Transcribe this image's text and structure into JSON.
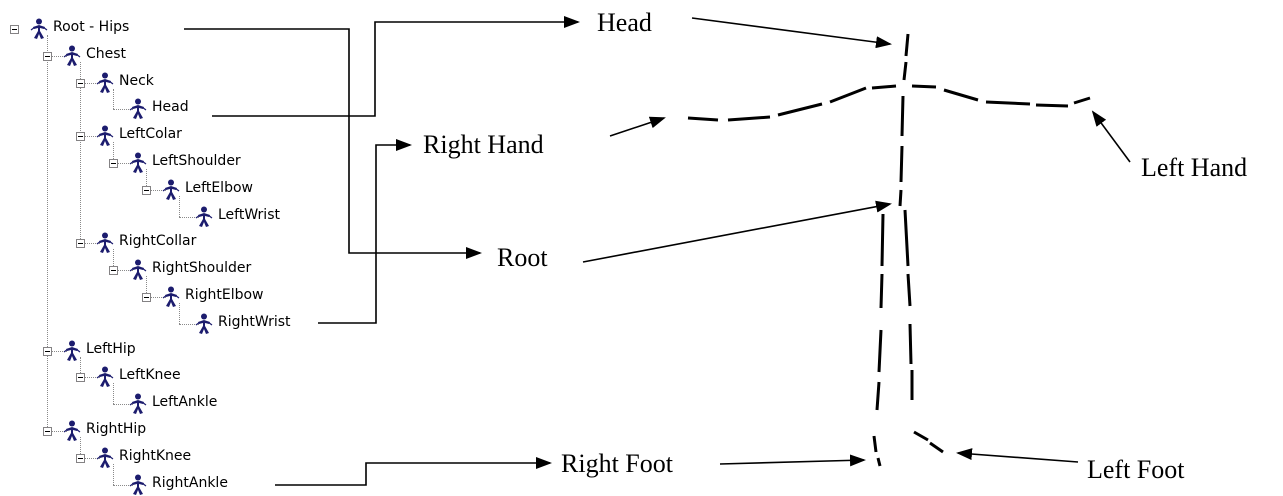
{
  "tree": [
    {
      "label": "Root - Hips",
      "depth": 0,
      "row": 0,
      "expandable": true
    },
    {
      "label": "Chest",
      "depth": 1,
      "row": 1,
      "expandable": true
    },
    {
      "label": "Neck",
      "depth": 2,
      "row": 2,
      "expandable": true
    },
    {
      "label": "Head",
      "depth": 3,
      "row": 3,
      "expandable": false
    },
    {
      "label": "LeftColar",
      "depth": 2,
      "row": 4,
      "expandable": true
    },
    {
      "label": "LeftShoulder",
      "depth": 3,
      "row": 5,
      "expandable": true
    },
    {
      "label": "LeftElbow",
      "depth": 4,
      "row": 6,
      "expandable": true
    },
    {
      "label": "LeftWrist",
      "depth": 5,
      "row": 7,
      "expandable": false
    },
    {
      "label": "RightCollar",
      "depth": 2,
      "row": 8,
      "expandable": true
    },
    {
      "label": "RightShoulder",
      "depth": 3,
      "row": 9,
      "expandable": true
    },
    {
      "label": "RightElbow",
      "depth": 4,
      "row": 10,
      "expandable": true
    },
    {
      "label": "RightWrist",
      "depth": 5,
      "row": 11,
      "expandable": false
    },
    {
      "label": "LeftHip",
      "depth": 1,
      "row": 12,
      "expandable": true
    },
    {
      "label": "LeftKnee",
      "depth": 2,
      "row": 13,
      "expandable": true
    },
    {
      "label": "LeftAnkle",
      "depth": 3,
      "row": 14,
      "expandable": false
    },
    {
      "label": "RightHip",
      "depth": 1,
      "row": 15,
      "expandable": true
    },
    {
      "label": "RightKnee",
      "depth": 2,
      "row": 16,
      "expandable": true
    },
    {
      "label": "RightAnkle",
      "depth": 3,
      "row": 17,
      "expandable": false
    }
  ],
  "annotations": {
    "head": "Head",
    "right_hand": "Right Hand",
    "left_hand": "Left Hand",
    "root": "Root",
    "right_foot": "Right Foot",
    "left_foot": "Left Foot"
  },
  "colors": {
    "figure_icon": "#1c1c6e",
    "tree_connector": "#8a8a8a",
    "arrow": "#000000"
  },
  "icons": {
    "expander": "minus-box-icon",
    "joint": "stick-figure-icon"
  }
}
